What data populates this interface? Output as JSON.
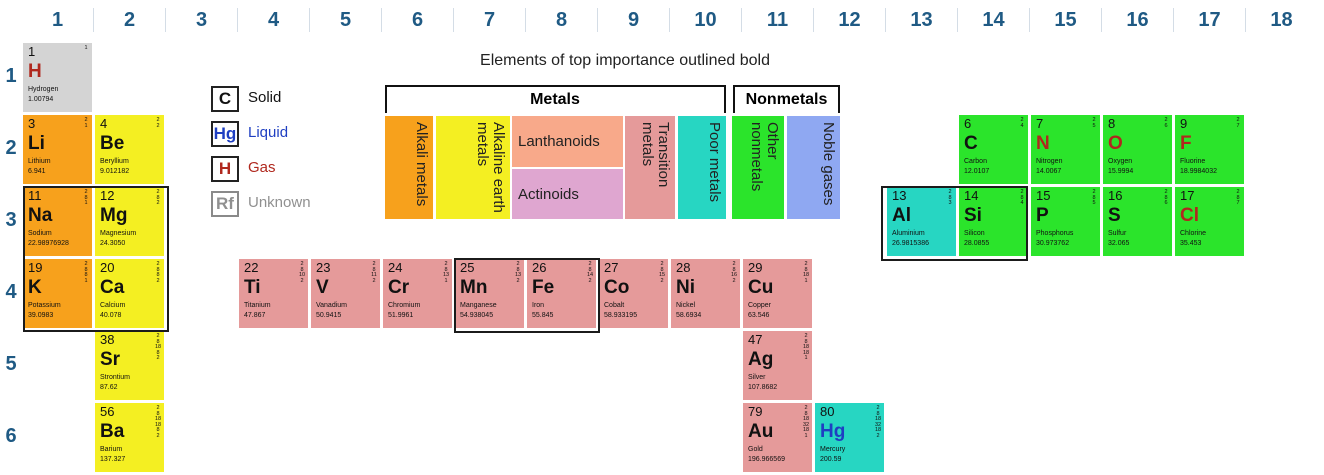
{
  "note": "Elements of top importance outlined bold",
  "groups": [
    "1",
    "2",
    "3",
    "4",
    "5",
    "6",
    "7",
    "8",
    "9",
    "10",
    "11",
    "12",
    "13",
    "14",
    "15",
    "16",
    "17",
    "18"
  ],
  "periods": [
    "1",
    "2",
    "3",
    "4",
    "5",
    "6"
  ],
  "colors": {
    "alkali": "#f7a11c",
    "alkaline": "#f4ef22",
    "transition": "#e59a9a",
    "poor": "#27d6c2",
    "nonmetal": "#2be42b",
    "noble": "#8fa8f2",
    "lanthanoid": "#f8a98a",
    "actinoid": "#dfa6d0",
    "unknown": "#d4d4d4",
    "gas_symbol": "#b0281e",
    "liquid_symbol": "#1f3fc2",
    "unknown_symbol": "#909090"
  },
  "legend": [
    {
      "sym": "C",
      "text": "Solid",
      "color": "#111111"
    },
    {
      "sym": "Hg",
      "text": "Liquid",
      "color": "#1f3fc2"
    },
    {
      "sym": "H",
      "text": "Gas",
      "color": "#b0281e"
    },
    {
      "sym": "Rf",
      "text": "Unknown",
      "color": "#909090"
    }
  ],
  "categories": {
    "metals": "Metals",
    "nonmetals": "Nonmetals",
    "alkali": "Alkali metals",
    "alkaline": "Alkaline earth metals",
    "lanthanoids": "Lanthanoids",
    "actinoids": "Actinoids",
    "transition": "Transition metals",
    "poor": "Poor metals",
    "other_nonmetals": "Other nonmetals",
    "noble": "Noble gases"
  },
  "elements": [
    {
      "n": "1",
      "sym": "H",
      "name": "Hydrogen",
      "mass": "1.00794",
      "g": 1,
      "p": 1,
      "cat": "unknown",
      "state": "gas",
      "shells": [
        "1"
      ]
    },
    {
      "n": "3",
      "sym": "Li",
      "name": "Lithium",
      "mass": "6.941",
      "g": 1,
      "p": 2,
      "cat": "alkali",
      "state": "solid",
      "shells": [
        "2",
        "1"
      ]
    },
    {
      "n": "4",
      "sym": "Be",
      "name": "Beryllium",
      "mass": "9.012182",
      "g": 2,
      "p": 2,
      "cat": "alkaline",
      "state": "solid",
      "shells": [
        "2",
        "2"
      ]
    },
    {
      "n": "6",
      "sym": "C",
      "name": "Carbon",
      "mass": "12.0107",
      "g": 14,
      "p": 2,
      "cat": "nonmetal",
      "state": "solid",
      "shells": [
        "2",
        "4"
      ]
    },
    {
      "n": "7",
      "sym": "N",
      "name": "Nitrogen",
      "mass": "14.0067",
      "g": 15,
      "p": 2,
      "cat": "nonmetal",
      "state": "gas",
      "shells": [
        "2",
        "5"
      ]
    },
    {
      "n": "8",
      "sym": "O",
      "name": "Oxygen",
      "mass": "15.9994",
      "g": 16,
      "p": 2,
      "cat": "nonmetal",
      "state": "gas",
      "shells": [
        "2",
        "6"
      ]
    },
    {
      "n": "9",
      "sym": "F",
      "name": "Fluorine",
      "mass": "18.9984032",
      "g": 17,
      "p": 2,
      "cat": "nonmetal",
      "state": "gas",
      "shells": [
        "2",
        "7"
      ]
    },
    {
      "n": "11",
      "sym": "Na",
      "name": "Sodium",
      "mass": "22.98976928",
      "g": 1,
      "p": 3,
      "cat": "alkali",
      "state": "solid",
      "shells": [
        "2",
        "8",
        "1"
      ]
    },
    {
      "n": "12",
      "sym": "Mg",
      "name": "Magnesium",
      "mass": "24.3050",
      "g": 2,
      "p": 3,
      "cat": "alkaline",
      "state": "solid",
      "shells": [
        "2",
        "8",
        "2"
      ]
    },
    {
      "n": "13",
      "sym": "Al",
      "name": "Aluminium",
      "mass": "26.9815386",
      "g": 13,
      "p": 3,
      "cat": "poor",
      "state": "solid",
      "shells": [
        "2",
        "8",
        "3"
      ]
    },
    {
      "n": "14",
      "sym": "Si",
      "name": "Silicon",
      "mass": "28.0855",
      "g": 14,
      "p": 3,
      "cat": "nonmetal",
      "state": "solid",
      "shells": [
        "2",
        "8",
        "4"
      ]
    },
    {
      "n": "15",
      "sym": "P",
      "name": "Phosphorus",
      "mass": "30.973762",
      "g": 15,
      "p": 3,
      "cat": "nonmetal",
      "state": "solid",
      "shells": [
        "2",
        "8",
        "5"
      ]
    },
    {
      "n": "16",
      "sym": "S",
      "name": "Sulfur",
      "mass": "32.065",
      "g": 16,
      "p": 3,
      "cat": "nonmetal",
      "state": "solid",
      "shells": [
        "2",
        "8",
        "6"
      ]
    },
    {
      "n": "17",
      "sym": "Cl",
      "name": "Chlorine",
      "mass": "35.453",
      "g": 17,
      "p": 3,
      "cat": "nonmetal",
      "state": "gas",
      "shells": [
        "2",
        "8",
        "7"
      ]
    },
    {
      "n": "19",
      "sym": "K",
      "name": "Potassium",
      "mass": "39.0983",
      "g": 1,
      "p": 4,
      "cat": "alkali",
      "state": "solid",
      "shells": [
        "2",
        "8",
        "8",
        "1"
      ]
    },
    {
      "n": "20",
      "sym": "Ca",
      "name": "Calcium",
      "mass": "40.078",
      "g": 2,
      "p": 4,
      "cat": "alkaline",
      "state": "solid",
      "shells": [
        "2",
        "8",
        "8",
        "2"
      ]
    },
    {
      "n": "22",
      "sym": "Ti",
      "name": "Titanium",
      "mass": "47.867",
      "g": 4,
      "p": 4,
      "cat": "transition",
      "state": "solid",
      "shells": [
        "2",
        "8",
        "10",
        "2"
      ]
    },
    {
      "n": "23",
      "sym": "V",
      "name": "Vanadium",
      "mass": "50.9415",
      "g": 5,
      "p": 4,
      "cat": "transition",
      "state": "solid",
      "shells": [
        "2",
        "8",
        "11",
        "2"
      ]
    },
    {
      "n": "24",
      "sym": "Cr",
      "name": "Chromium",
      "mass": "51.9961",
      "g": 6,
      "p": 4,
      "cat": "transition",
      "state": "solid",
      "shells": [
        "2",
        "8",
        "13",
        "1"
      ]
    },
    {
      "n": "25",
      "sym": "Mn",
      "name": "Manganese",
      "mass": "54.938045",
      "g": 7,
      "p": 4,
      "cat": "transition",
      "state": "solid",
      "shells": [
        "2",
        "8",
        "13",
        "2"
      ]
    },
    {
      "n": "26",
      "sym": "Fe",
      "name": "Iron",
      "mass": "55.845",
      "g": 8,
      "p": 4,
      "cat": "transition",
      "state": "solid",
      "shells": [
        "2",
        "8",
        "14",
        "2"
      ]
    },
    {
      "n": "27",
      "sym": "Co",
      "name": "Cobalt",
      "mass": "58.933195",
      "g": 9,
      "p": 4,
      "cat": "transition",
      "state": "solid",
      "shells": [
        "2",
        "8",
        "15",
        "2"
      ]
    },
    {
      "n": "28",
      "sym": "Ni",
      "name": "Nickel",
      "mass": "58.6934",
      "g": 10,
      "p": 4,
      "cat": "transition",
      "state": "solid",
      "shells": [
        "2",
        "8",
        "16",
        "2"
      ]
    },
    {
      "n": "29",
      "sym": "Cu",
      "name": "Copper",
      "mass": "63.546",
      "g": 11,
      "p": 4,
      "cat": "transition",
      "state": "solid",
      "shells": [
        "2",
        "8",
        "18",
        "1"
      ]
    },
    {
      "n": "38",
      "sym": "Sr",
      "name": "Strontium",
      "mass": "87.62",
      "g": 2,
      "p": 5,
      "cat": "alkaline",
      "state": "solid",
      "shells": [
        "2",
        "8",
        "18",
        "8",
        "2"
      ]
    },
    {
      "n": "47",
      "sym": "Ag",
      "name": "Silver",
      "mass": "107.8682",
      "g": 11,
      "p": 5,
      "cat": "transition",
      "state": "solid",
      "shells": [
        "2",
        "8",
        "18",
        "18",
        "1"
      ]
    },
    {
      "n": "56",
      "sym": "Ba",
      "name": "Barium",
      "mass": "137.327",
      "g": 2,
      "p": 6,
      "cat": "alkaline",
      "state": "solid",
      "shells": [
        "2",
        "8",
        "18",
        "18",
        "8",
        "2"
      ]
    },
    {
      "n": "79",
      "sym": "Au",
      "name": "Gold",
      "mass": "196.966569",
      "g": 11,
      "p": 6,
      "cat": "transition",
      "state": "solid",
      "shells": [
        "2",
        "8",
        "18",
        "32",
        "18",
        "1"
      ]
    },
    {
      "n": "80",
      "sym": "Hg",
      "name": "Mercury",
      "mass": "200.59",
      "g": 12,
      "p": 6,
      "cat": "poor",
      "state": "liquid",
      "shells": [
        "2",
        "8",
        "18",
        "32",
        "18",
        "2"
      ]
    }
  ]
}
